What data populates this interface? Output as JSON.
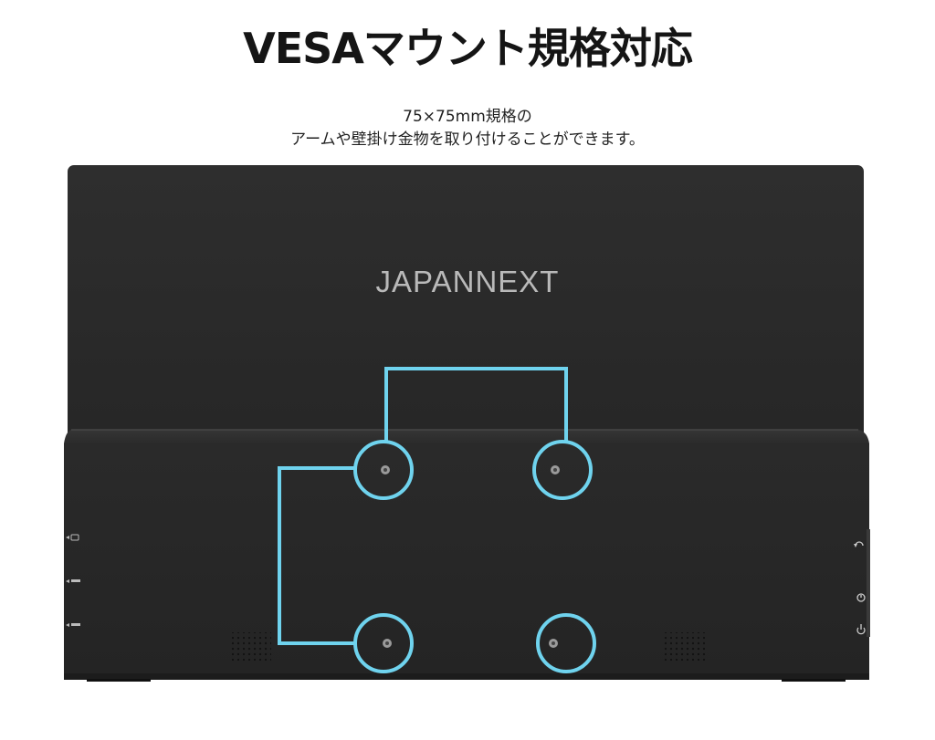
{
  "headline": "VESAマウント規格対応",
  "subtext": {
    "line1": "75×75mm規格の",
    "line2": "アームや壁掛け金物を取り付けることができます。"
  },
  "monitor": {
    "brand_logo": "JAPANNEXT",
    "body_color": "#2b2b2b",
    "highlight_color": "#6fd3ee",
    "left_port_icons": [
      "usb-c-display-icon",
      "usb-c-power-icon",
      "usb-c-data-icon"
    ],
    "right_button_icons": [
      "menu-back-icon",
      "mode-dial-icon",
      "power-icon"
    ]
  }
}
